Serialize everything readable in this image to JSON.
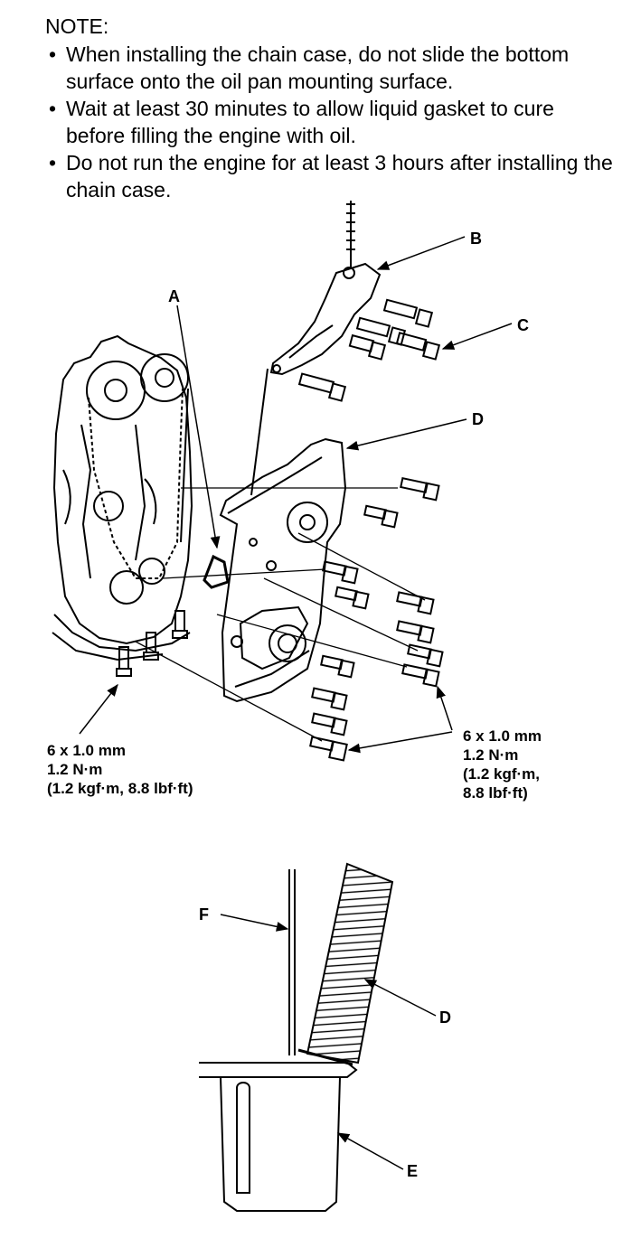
{
  "note": {
    "title": "NOTE:",
    "items": [
      "When installing the chain case, do not slide the bottom surface onto the oil pan mounting surface.",
      "Wait at least 30 minutes to allow liquid gasket to cure before filling the engine with oil.",
      "Do not run the engine for at least 3 hours after installing the chain case."
    ]
  },
  "callouts": {
    "a": "A",
    "b": "B",
    "c": "C",
    "d_top": "D",
    "f": "F",
    "d_bottom": "D",
    "e": "E"
  },
  "specs": {
    "left": {
      "size": "6 x 1.0 mm",
      "torque": "1.2 N·m",
      "alt": "(1.2 kgf·m, 8.8 lbf·ft)"
    },
    "right": {
      "size": "6 x 1.0 mm",
      "torque": "1.2 N·m",
      "alt1": "(1.2 kgf·m,",
      "alt2": "8.8 lbf·ft)"
    }
  }
}
